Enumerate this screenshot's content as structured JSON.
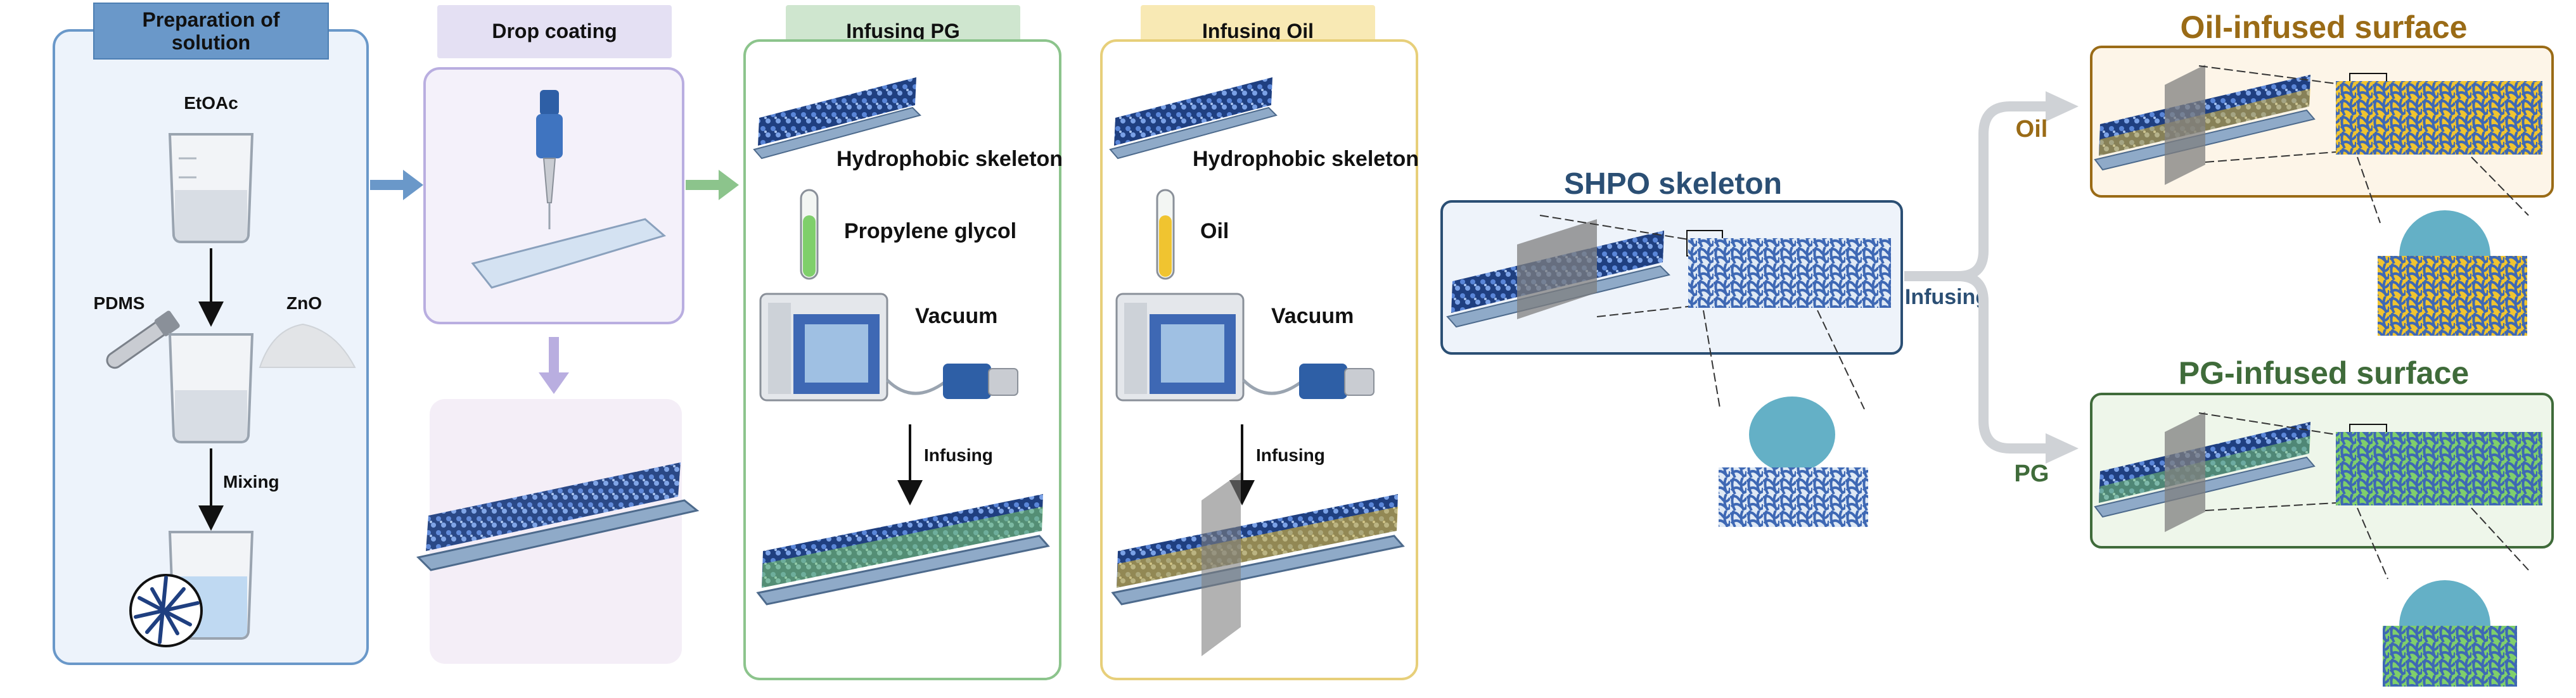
{
  "panels": {
    "preparation": {
      "title_line1": "Preparation of",
      "title_line2": "solution",
      "etoac": "EtOAc",
      "pdms": "PDMS",
      "zno": "ZnO",
      "mixing": "Mixing"
    },
    "drop_coating": {
      "title": "Drop coating"
    },
    "infusing_pg": {
      "title": "Infusing PG",
      "skeleton": "Hydrophobic skeleton",
      "liquid": "Propylene glycol",
      "vacuum": "Vacuum",
      "infusing": "Infusing"
    },
    "infusing_oil": {
      "title": "Infusing Oil",
      "skeleton": "Hydrophobic skeleton",
      "liquid": "Oil",
      "vacuum": "Vacuum",
      "infusing": "Infusing"
    }
  },
  "right": {
    "shpo_title": "SHPO skeleton",
    "infusing_label": "Infusing",
    "oil_branch": "Oil",
    "pg_branch": "PG",
    "oil_surface_title": "Oil-infused surface",
    "pg_surface_title": "PG-infused surface"
  },
  "colors": {
    "prep_border": "#6a98c9",
    "prep_title_bg": "#6a98c9",
    "drop_border": "#b9aee0",
    "pg_border": "#8cc48c",
    "oil_border": "#e7cf7a",
    "shpo_title": "#2b4f74",
    "oil_title": "#9a6b16",
    "pg_title": "#3f6b3a",
    "skeleton_blue": "#3e68b4",
    "oil_yellow": "#f0c430",
    "pg_green": "#7fcf6b",
    "droplet": "#64b0c6"
  }
}
